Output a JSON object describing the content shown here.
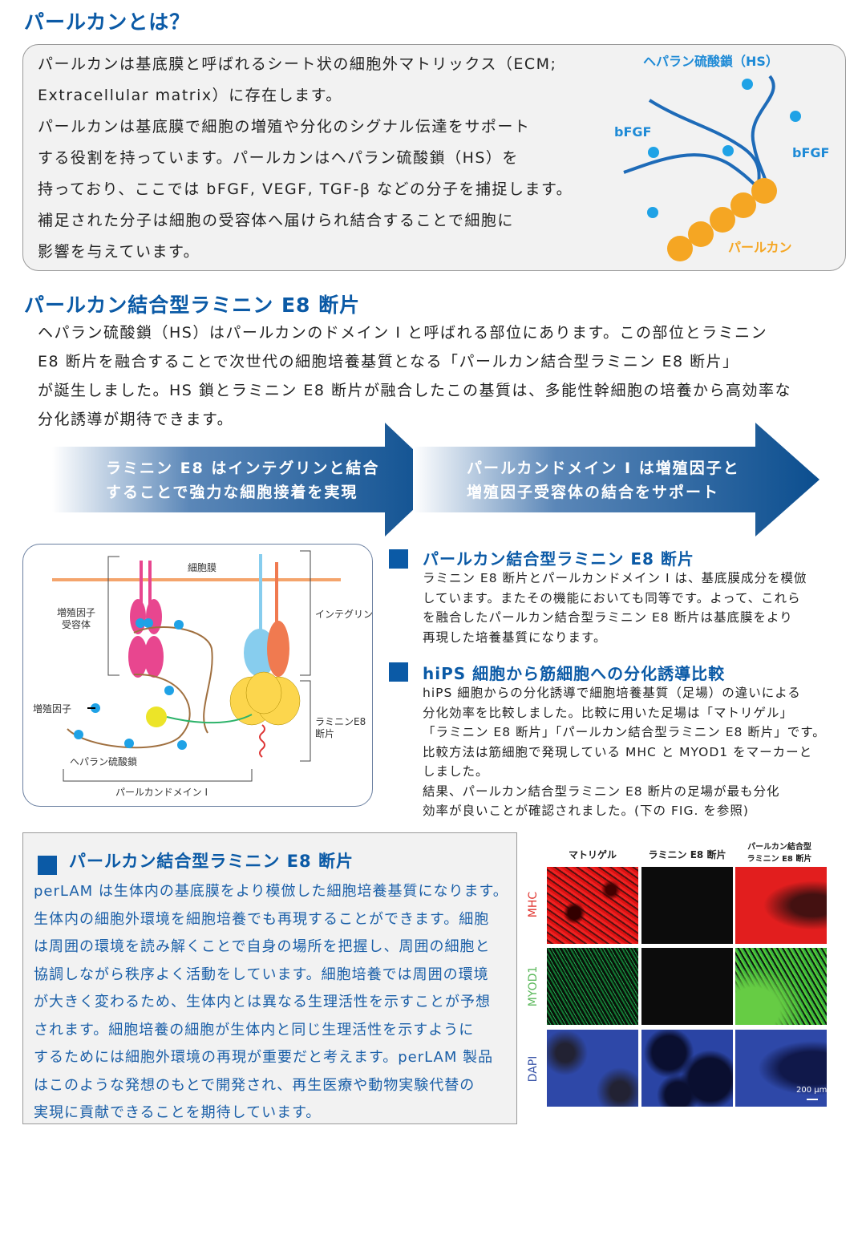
{
  "section1": {
    "title": "パールカンとは？",
    "lines": [
      "パールカンは基底膜と呼ばれるシート状の細胞外マトリックス（ECM;",
      "Extracellular matrix）に存在します。",
      "パールカンは基底膜で細胞の増殖や分化のシグナル伝達をサポート",
      "する役割を持っています。パールカンはヘパラン硫酸鎖（HS）を",
      "持っており、ここでは bFGF, VEGF, TGF-β などの分子を捕捉します。",
      "補足された分子は細胞の受容体へ届けられ結合することで細胞に",
      "影響を与えています。"
    ],
    "diagram": {
      "hs_label": "ヘパラン硫酸鎖（HS）",
      "bfgf_left": "bFGF",
      "bfgf_right": "bFGF",
      "perlecan_label": "パールカン"
    }
  },
  "section2": {
    "title": "パールカン結合型ラミニン E8 断片",
    "lines": [
      "ヘパラン硫酸鎖（HS）はパールカンのドメイン I と呼ばれる部位にあります。この部位とラミニン",
      "E8 断片を融合することで次世代の細胞培養基質となる「パールカン結合型ラミニン E8 断片」",
      "が誕生しました。HS 鎖とラミニン E8 断片が融合したこの基質は、多能性幹細胞の培養から高効率な",
      "分化誘導が期待できます。"
    ],
    "arrows": [
      {
        "lines": [
          "ラミニン E8 はインテグリンと結合",
          "することで強力な細胞接着を実現"
        ]
      },
      {
        "lines": [
          "パールカンドメイン I は増殖因子と",
          "増殖因子受容体の結合をサポート"
        ]
      }
    ]
  },
  "diagram": {
    "membrane": "細胞膜",
    "receptor": [
      "増殖因子",
      "受容体"
    ],
    "integrin": "インテグリン",
    "growth_factor": "増殖因子",
    "laminin": [
      "ラミニンE8",
      "断片"
    ],
    "hs_chain": "ヘパラン硫酸鎖",
    "domain": "パールカンドメイン I"
  },
  "block1": {
    "title": "パールカン結合型ラミニン E8 断片",
    "lines": [
      "ラミニン E8 断片とパールカンドメイン I は、基底膜成分を模倣",
      "しています。またその機能においても同等です。よって、これら",
      "を融合したパールカン結合型ラミニン E8 断片は基底膜をより",
      "再現した培養基質になります。"
    ]
  },
  "block2": {
    "title": "hiPS 細胞から筋細胞への分化誘導比較",
    "lines": [
      "hiPS 細胞からの分化誘導で細胞培養基質（足場）の違いによる",
      "分化効率を比較しました。比較に用いた足場は「マトリゲル」",
      "「ラミニン E8 断片」「パールカン結合型ラミニン E8 断片」です。",
      "比較方法は筋細胞で発現している MHC と MYOD1 をマーカーと",
      "しました。",
      "結果、パールカン結合型ラミニン E8 断片の足場が最も分化",
      "効率が良いことが確認されました。(下の FIG. を参照)"
    ]
  },
  "block3": {
    "title": "パールカン結合型ラミニン E8 断片",
    "lines": [
      "perLAM は生体内の基底膜をより模倣した細胞培養基質になります。",
      "生体内の細胞外環境を細胞培養でも再現することができます。細胞",
      "は周囲の環境を読み解くことで自身の場所を把握し、周囲の細胞と",
      "協調しながら秩序よく活動をしています。細胞培養では周囲の環境",
      "が大きく変わるため、生体内とは異なる生理活性を示すことが予想",
      "されます。細胞培養の細胞が生体内と同じ生理活性を示すように",
      "するためには細胞外環境の再現が重要だと考えます。perLAM 製品",
      "はこのような発想のもとで開発され、再生医療や動物実験代替の",
      "実現に貢献できることを期待しています。"
    ]
  },
  "figure": {
    "columns": [
      "マトリゲル",
      "ラミニン E8 断片",
      "パールカン結合型\nラミニン E8 断片"
    ],
    "col3_lines": [
      "パールカン結合型",
      "ラミニン E8 断片"
    ],
    "rows": [
      {
        "label": "MHC",
        "color": "#e0332e"
      },
      {
        "label": "MYOD1",
        "color": "#5cb85c"
      },
      {
        "label": "DAPI",
        "color": "#3a55a8"
      }
    ],
    "scale_bar": "200 µm"
  }
}
